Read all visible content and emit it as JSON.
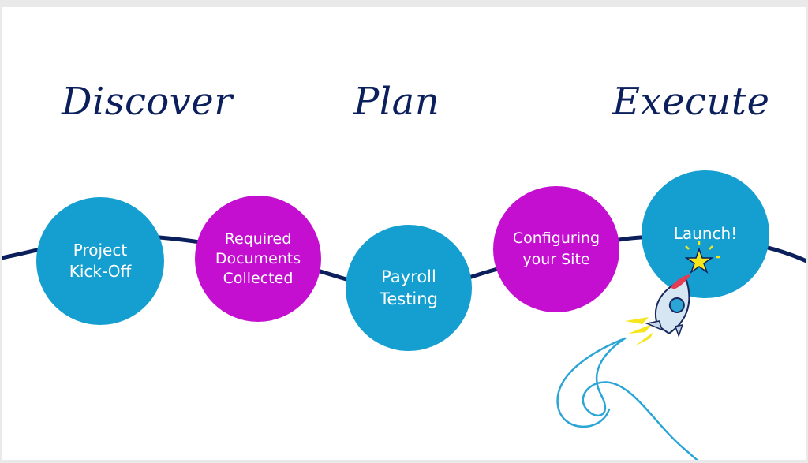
{
  "phases": [
    "Discover",
    "Plan",
    "Execute"
  ],
  "steps": [
    {
      "label": "Project\nKick-Off"
    },
    {
      "label": "Required\nDocuments\nCollected"
    },
    {
      "label": "Payroll\nTesting"
    },
    {
      "label": "Configuring\nyour Site"
    },
    {
      "label": "Launch!"
    }
  ],
  "colors": {
    "navy": "#0b1f5c",
    "blue": "#159fd0",
    "magenta": "#c40fd0",
    "star": "#f5e61e",
    "background": "#ffffff"
  },
  "icons": [
    "rocket-icon",
    "star-icon"
  ]
}
